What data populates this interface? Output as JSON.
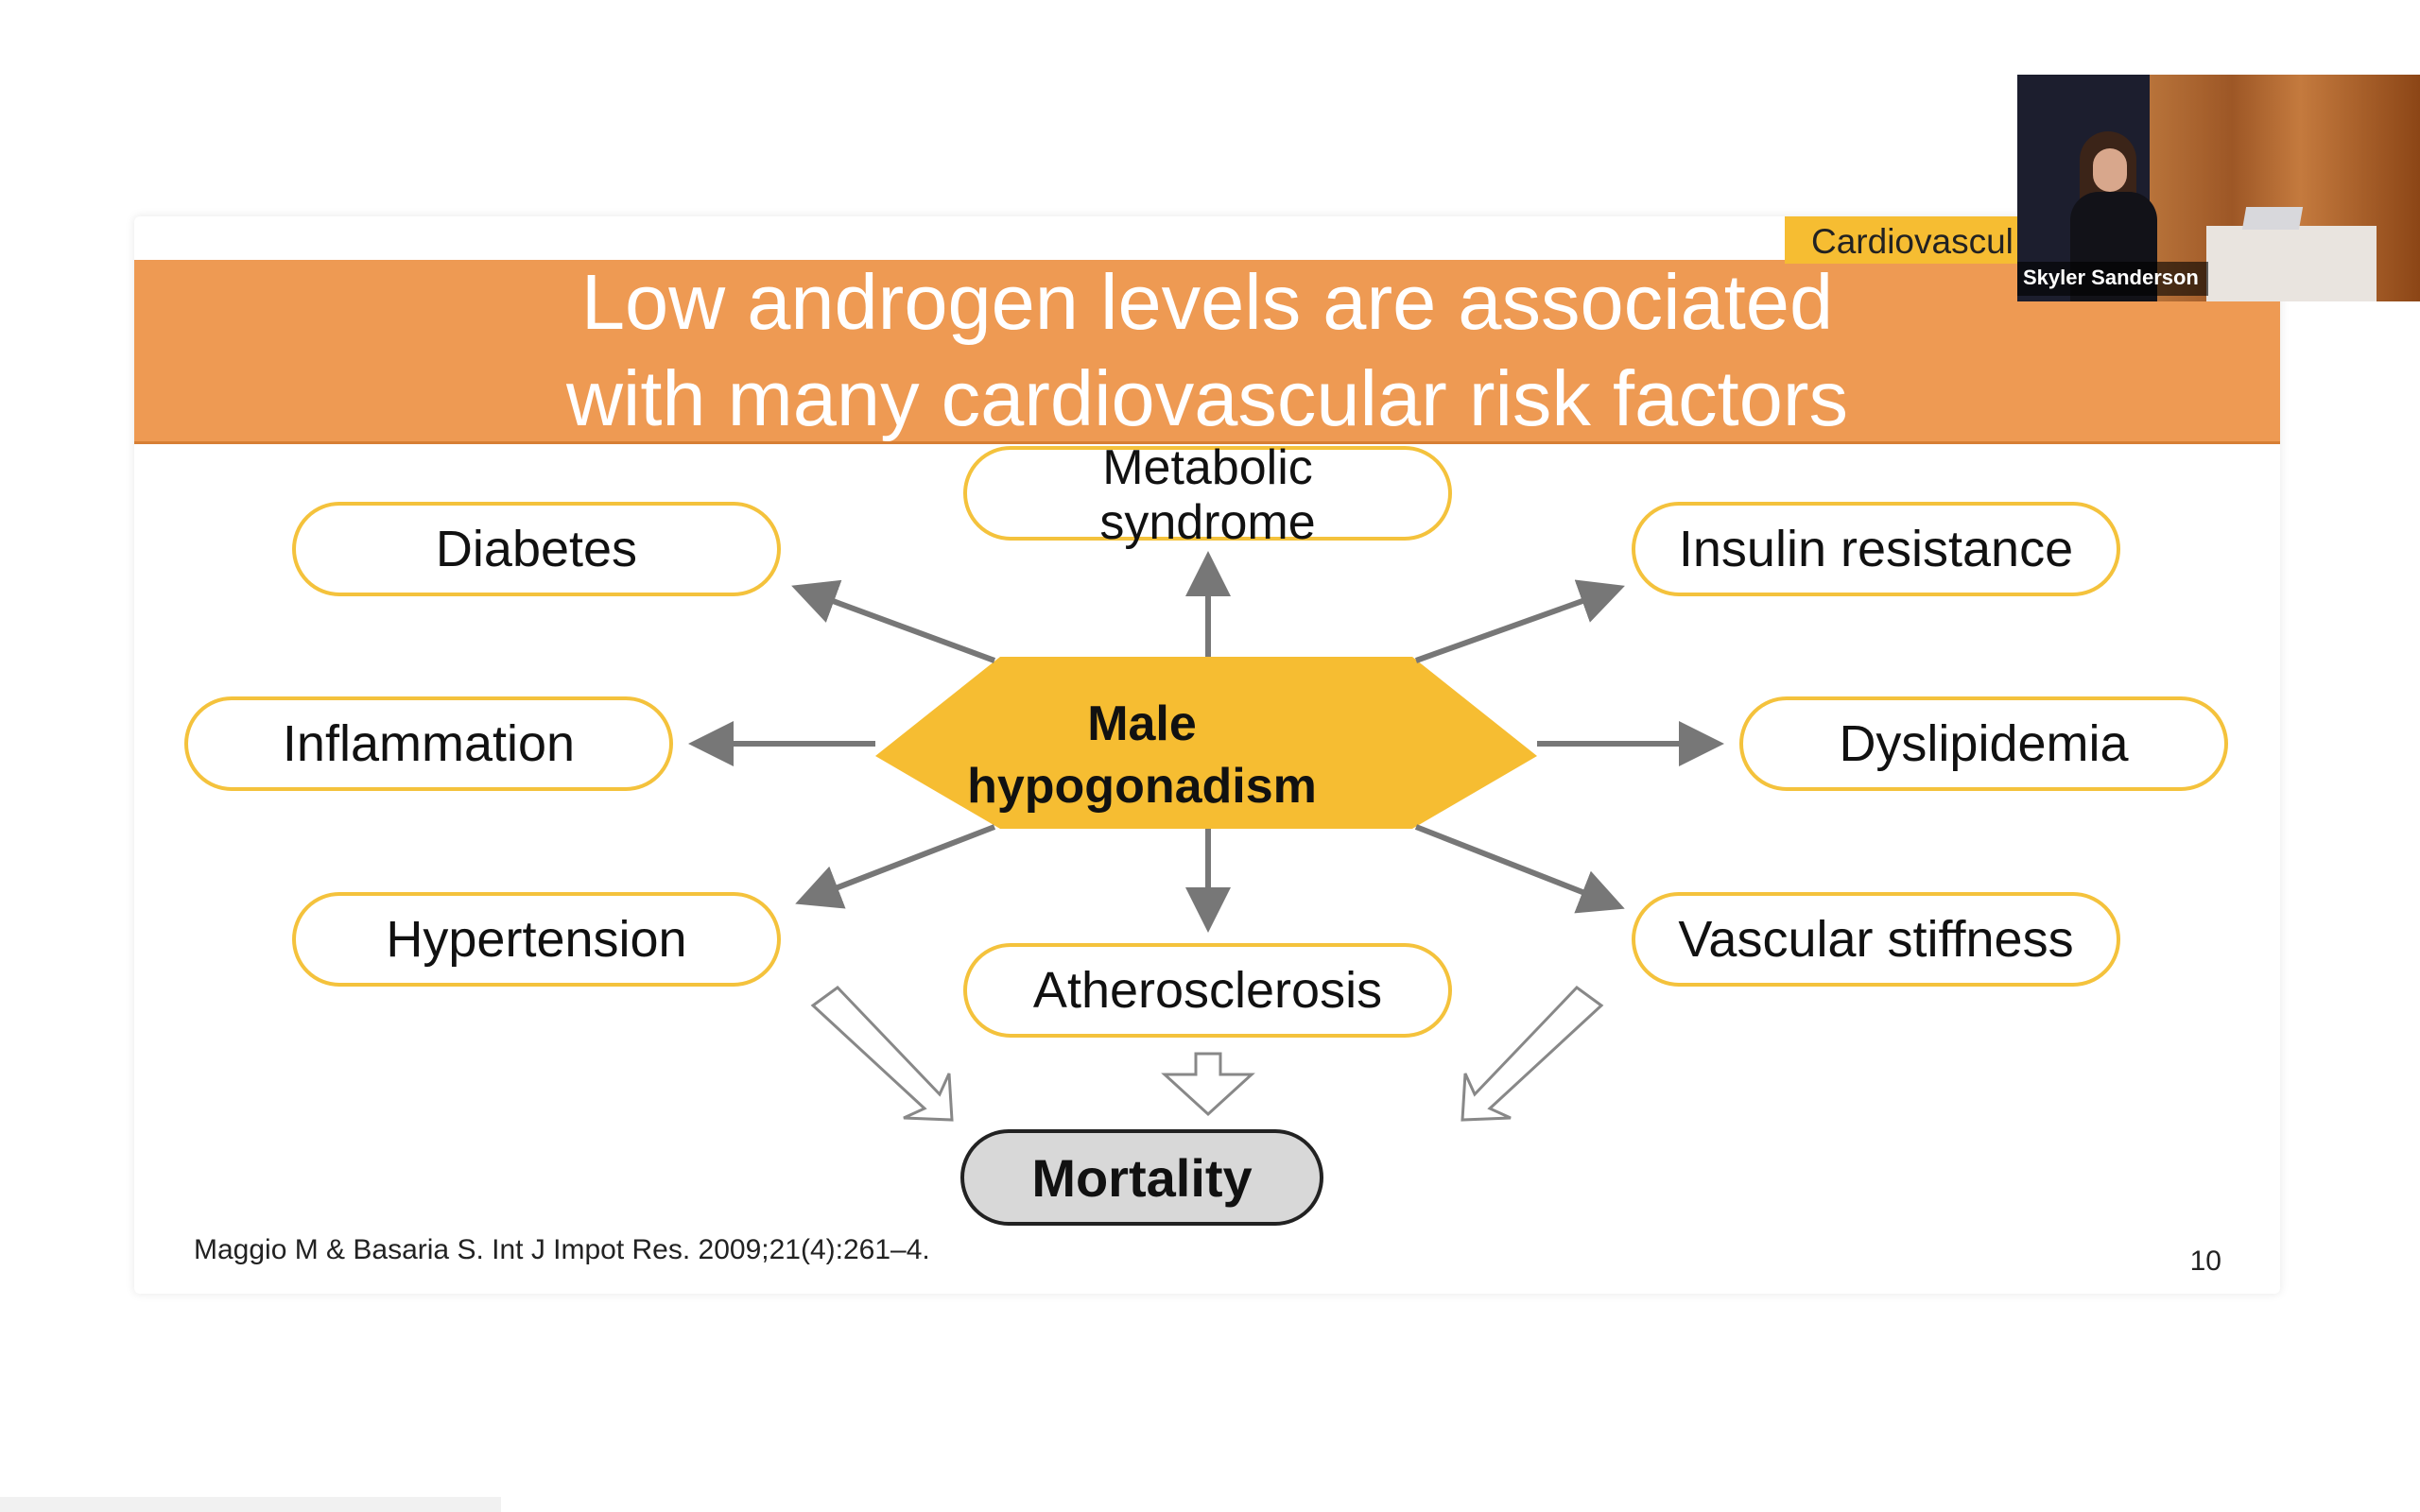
{
  "slide": {
    "section_tag": "Cardiovascul",
    "title_lines": [
      "Low androgen levels are associated",
      "with many cardiovascular risk factors"
    ],
    "center": {
      "line1": "Male",
      "line2": "hypogonadism",
      "color": "#f6bd32"
    },
    "nodes": {
      "metabolic_line1": "Metabolic",
      "metabolic_line2": "syndrome",
      "diabetes": "Diabetes",
      "insulin_resistance": "Insulin resistance",
      "inflammation": "Inflammation",
      "dyslipidemia": "Dyslipidemia",
      "hypertension": "Hypertension",
      "vascular_stiffness": "Vascular stiffness",
      "atherosclerosis": "Atherosclerosis",
      "mortality": "Mortality"
    },
    "citation": "Maggio M & Basaria S. Int J Impot Res. 2009;21(4):261–4.",
    "page_number": "10",
    "colors": {
      "header": "#ee9a53",
      "accent": "#f4c23c",
      "arrow": "#777777"
    }
  },
  "video": {
    "speaker_name": "Skyler Sanderson"
  }
}
